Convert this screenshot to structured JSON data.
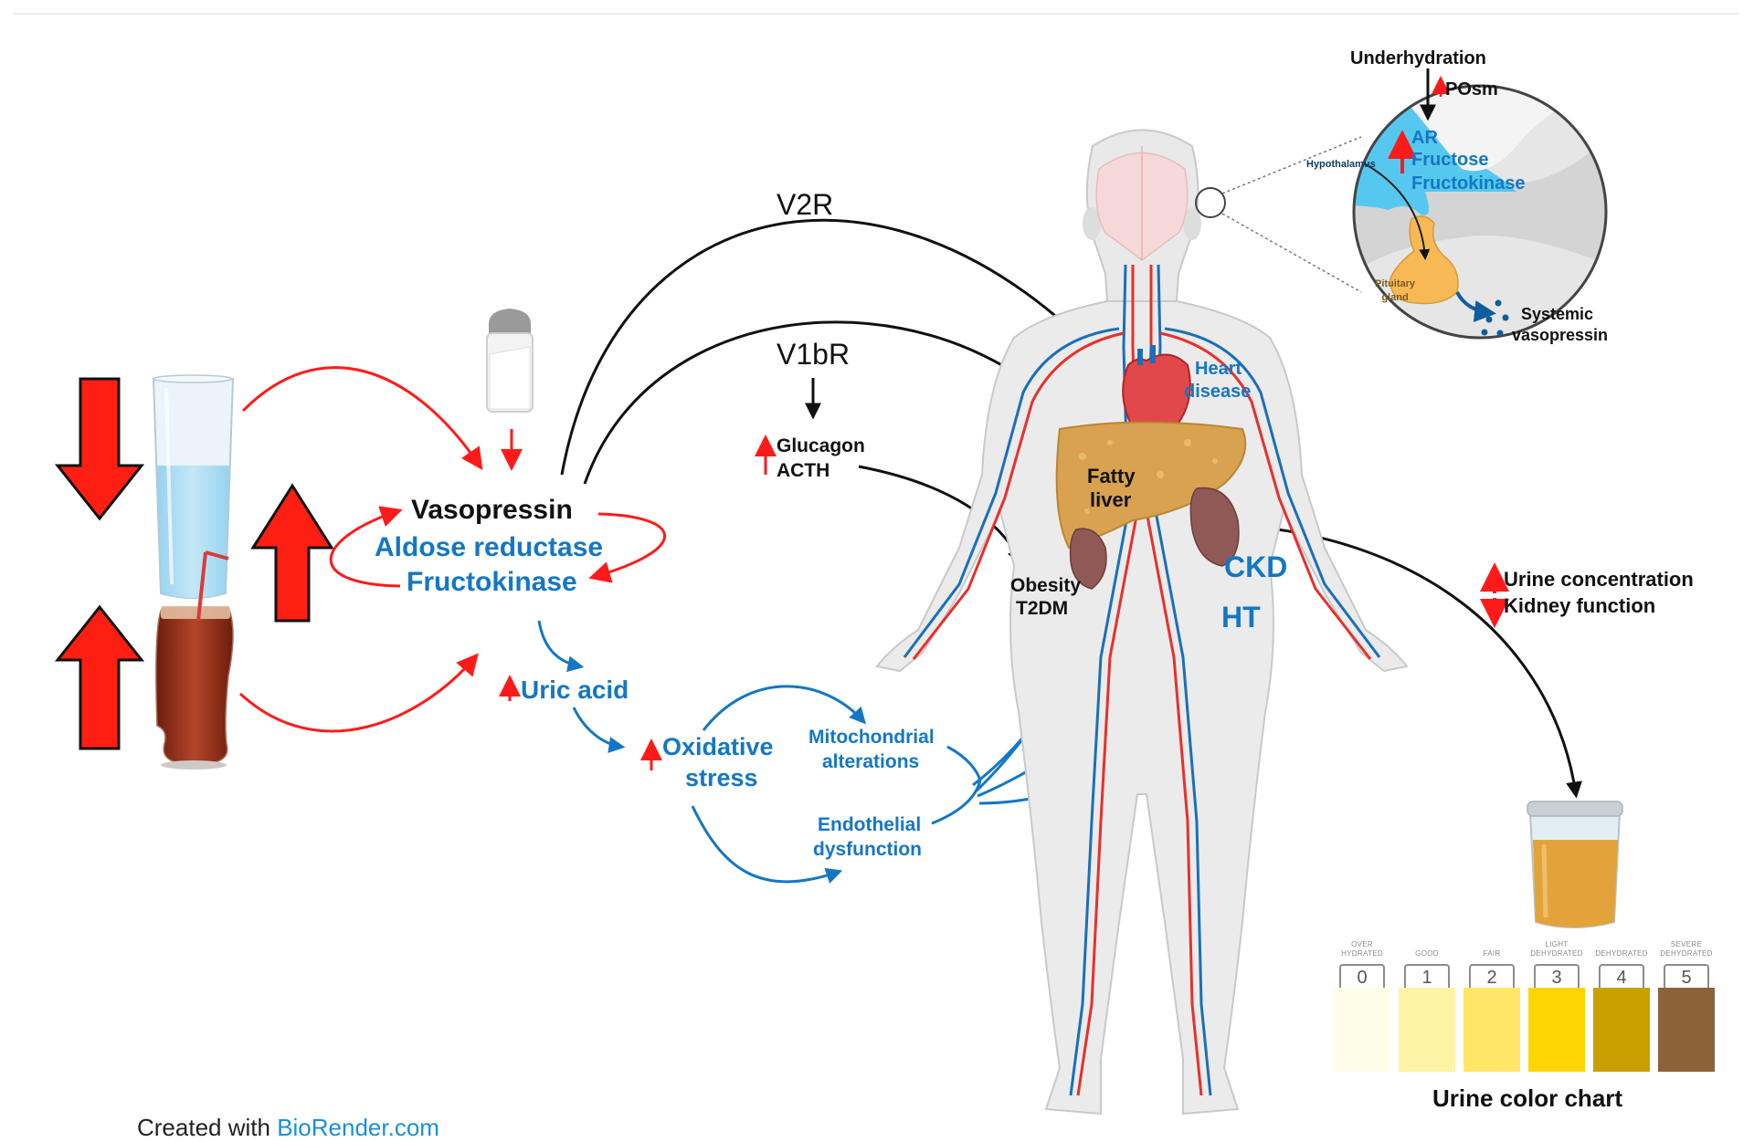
{
  "left_panel": {
    "water_label": "Water intake",
    "soda_label": "Sugary soft drink",
    "salt_label": "Salt"
  },
  "central": {
    "vasopressin": "Vasopressin",
    "aldose_reductase": "Aldose reductase",
    "fructokinase": "Fructokinase",
    "uric_acid": "Uric acid",
    "oxidative_stress_line1": "Oxidative",
    "oxidative_stress_line2": "stress",
    "mito_line1": "Mitochondrial",
    "mito_line2": "alterations",
    "endo_line1": "Endothelial",
    "endo_line2": "dysfunction"
  },
  "receptors": {
    "v2r": "V2R",
    "v1br": "V1bR",
    "glucagon": "Glucagon",
    "acth": "ACTH"
  },
  "body": {
    "heart_line1": "Heart",
    "heart_line2": "disease",
    "fatty_line1": "Fatty",
    "fatty_line2": "liver",
    "obesity": "Obesity",
    "t2dm": "T2DM",
    "ckd": "CKD",
    "ht": "HT"
  },
  "inset": {
    "underhydration": "Underhydration",
    "posm": "POsm",
    "hypothalamus": "Hypothalamus",
    "ar": "AR",
    "fructose": "Fructose",
    "fructokinase": "Fructokinase",
    "pituitary_line1": "Pituitary",
    "pituitary_line2": "gland",
    "systemic_line1": "Systemic",
    "systemic_line2": "vasopressin"
  },
  "kidney_effects": {
    "urine_concentration": "Urine concentration",
    "kidney_function": "Kidney function"
  },
  "urine_chart": {
    "title": "Urine color chart",
    "levels": [
      {
        "number": "0",
        "caption_1": "OVER",
        "caption_2": "HYDRATED",
        "color": "#fdfde8"
      },
      {
        "number": "1",
        "caption_1": "",
        "caption_2": "GOOD",
        "color": "#fff3a6"
      },
      {
        "number": "2",
        "caption_1": "",
        "caption_2": "FAIR",
        "color": "#ffe666"
      },
      {
        "number": "3",
        "caption_1": "LIGHT",
        "caption_2": "DEHYDRATED",
        "color": "#ffd400"
      },
      {
        "number": "4",
        "caption_1": "",
        "caption_2": "DEHYDRATED",
        "color": "#c9a000"
      },
      {
        "number": "5",
        "caption_1": "SEVERE",
        "caption_2": "DEHYDRATED",
        "color": "#8b6239"
      }
    ]
  },
  "colors": {
    "red": "#ff1a1a",
    "blue": "#1477c4",
    "black": "#111111",
    "liver": "#d9a250",
    "kidney": "#8f5a55",
    "hypothalamus": "#56c8ef",
    "pituitary": "#f7b955",
    "urine": "#e2a43a"
  },
  "footer": {
    "created_with": "Created with ",
    "brand": "BioRender.com"
  }
}
